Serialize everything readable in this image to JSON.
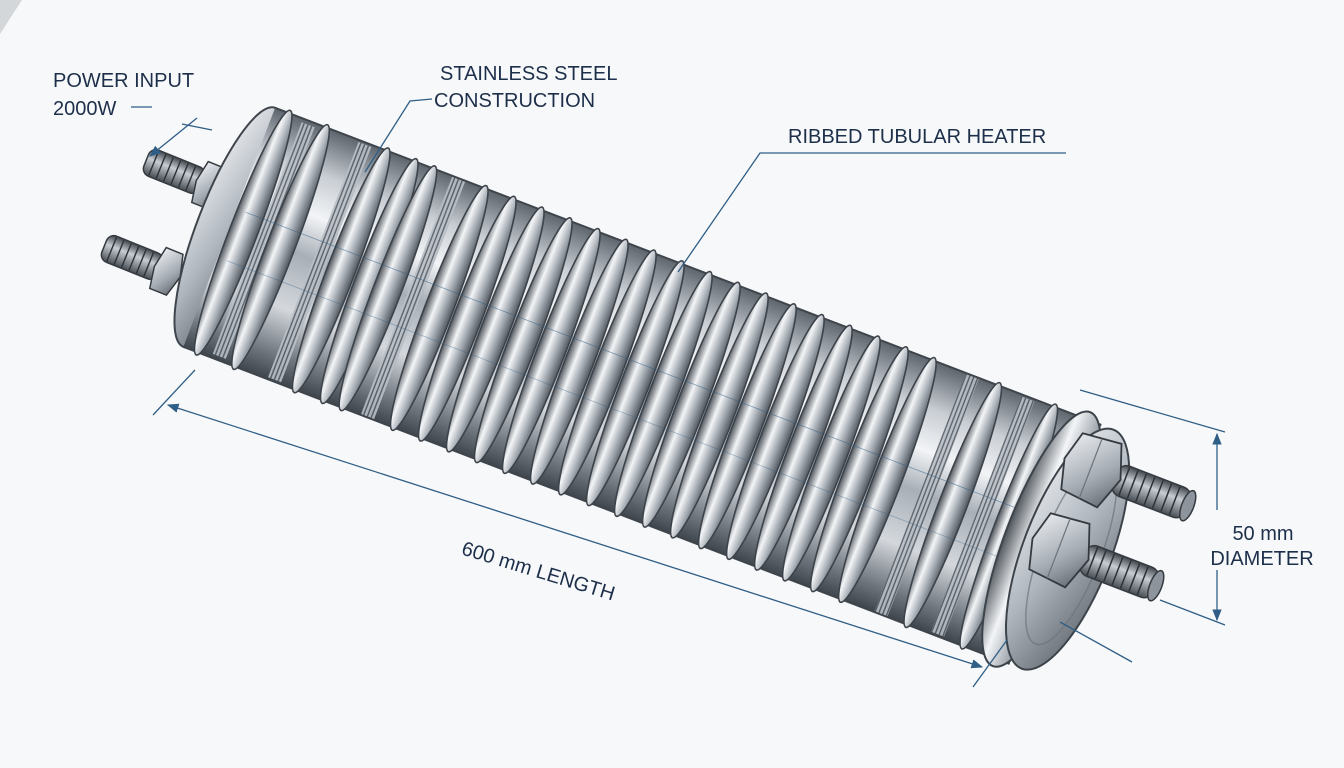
{
  "labels": {
    "power_input": "POWER INPUT",
    "power_rating": "2000W",
    "material_line1": "STAINLESS STEEL",
    "material_line2": "CONSTRUCTION",
    "heater_type": "RIBBED TUBULAR HEATER",
    "length": "600 mm LENGTH",
    "diameter_value": "50 mm",
    "diameter_label": "DIAMETER"
  },
  "colors": {
    "background": "#f7f8f9",
    "annotation": "#1d2f4a",
    "leader_line": "#2f5e86",
    "steel_dark": "#4a5058",
    "steel_mid": "#9aa2ab",
    "steel_light": "#eef1f4"
  }
}
